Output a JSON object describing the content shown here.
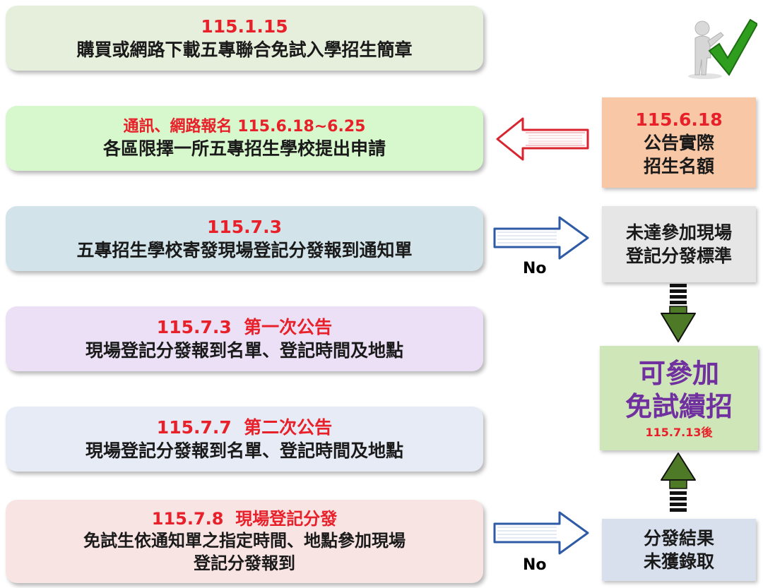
{
  "steps": [
    {
      "line1": "115.1.15",
      "line2": "購買或網路下載五專聯合免試入學招生簡章"
    },
    {
      "line1": "通訊、網路報名 115.6.18~6.25",
      "line2": "各區限擇一所五專招生學校提出申請"
    },
    {
      "line1": "115.7.3",
      "line2": "五專招生學校寄發現場登記分發報到通知單"
    },
    {
      "line1": "115.7.3  第一次公告",
      "line2": "現場登記分發報到名單、登記時間及地點"
    },
    {
      "line1": "115.7.7  第二次公告",
      "line2": "現場登記分發報到名單、登記時間及地點"
    },
    {
      "line1": "115.7.8  現場登記分發",
      "line2": "免試生依通知單之指定時間、地點參加現場",
      "line3": "登記分發報到"
    }
  ],
  "side": {
    "announce": {
      "date": "115.6.18",
      "line1": "公告實際",
      "line2": "招生名額"
    },
    "not_met": {
      "line1": "未達參加現場",
      "line2": "登記分發標準"
    },
    "continue": {
      "line1": "可參加",
      "line2": "免試續招",
      "line3": "115.7.13後"
    },
    "not_admitted": {
      "line1": "分發結果",
      "line2": "未獲錄取"
    }
  },
  "labels": {
    "no_1": "No",
    "no_2": "No"
  },
  "icons": [
    "checkmark-figure-icon",
    "arrow-left-icon",
    "arrow-right-icon",
    "arrow-down-icon",
    "arrow-up-icon"
  ],
  "colors": {
    "accent_red": "#e8202a",
    "accent_purple": "#7030a0",
    "arrow_green": "#4e7a27",
    "arrow_red": "#d9242f",
    "arrow_blue": "#2e5aa6"
  }
}
